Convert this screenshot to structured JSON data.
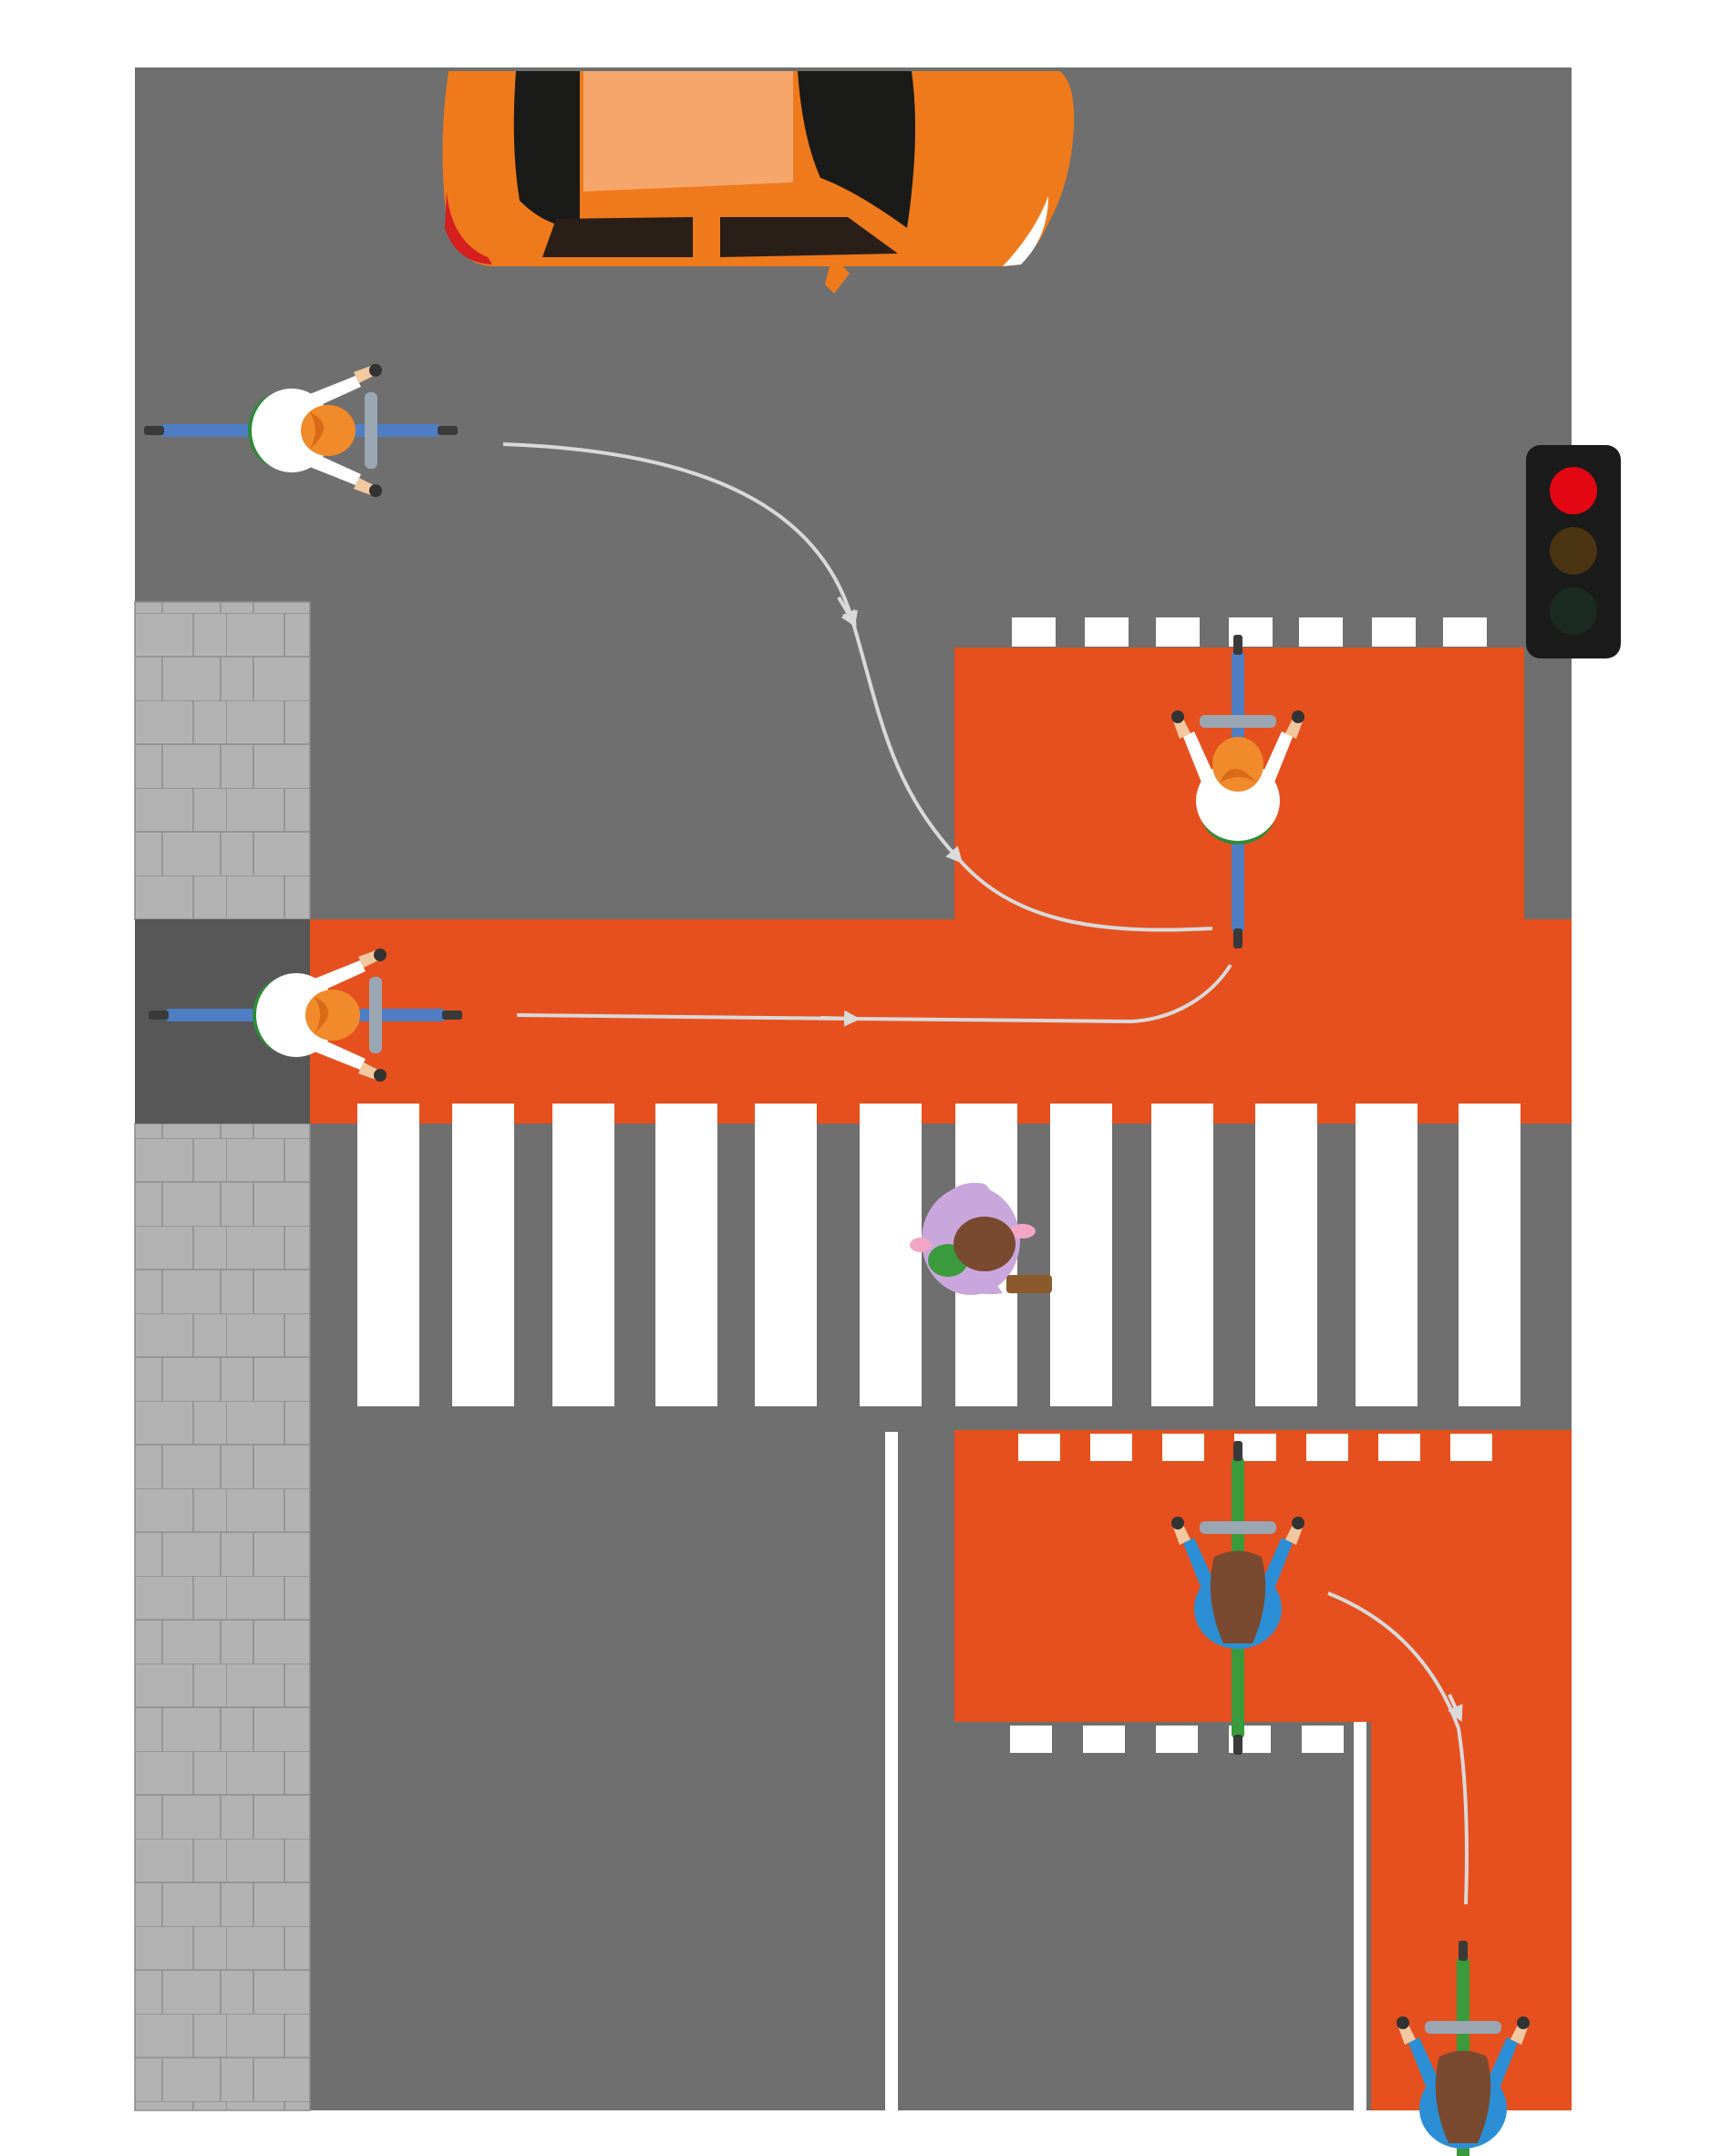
{
  "colors": {
    "background": "#ffffff",
    "asphalt": "#6f6f6f",
    "asphalt_dark": "#575757",
    "sidewalk": "#b2b2b2",
    "sidewalk_joint": "#8c8c8c",
    "bike_lane": "#e5501e",
    "marking": "#ffffff",
    "route_arrow": "#d9d9d9",
    "car_body": "#ef7a1c",
    "car_light": "#f6a66b",
    "traffic_light_housing": "#1b1b1b",
    "signal_red": "#e30613",
    "signal_amber": "#4a3412",
    "signal_green": "#1b2a22"
  },
  "traffic_light": {
    "active_signal": "red"
  },
  "icons": {
    "car": "car-topdown-icon",
    "cyclist": "cyclist-topdown-icon",
    "pedestrian": "pedestrian-topdown-icon",
    "traffic_light": "traffic-light-icon",
    "route_arrow": "route-arrow-icon"
  },
  "scene_elements": [
    "car",
    "cyclist-top-left",
    "cyclist-in-bike-box",
    "cyclist-in-bike-lane",
    "pedestrian-on-crosswalk",
    "cyclist-in-lower-bike-box",
    "cyclist-bottom-right",
    "traffic-light"
  ]
}
